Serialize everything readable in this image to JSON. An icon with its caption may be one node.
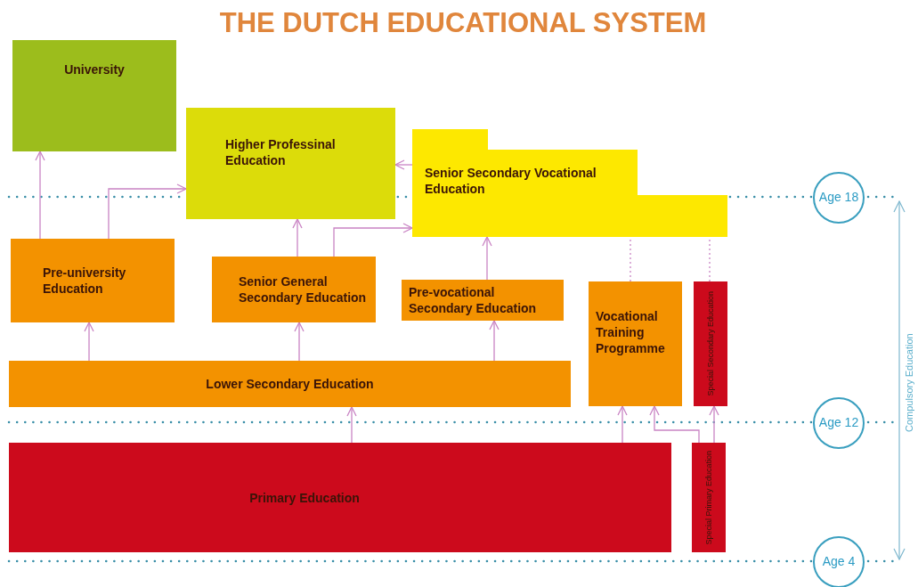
{
  "diagram": {
    "title": "THE DUTCH EDUCATIONAL SYSTEM",
    "nodes": [
      {
        "text": [
          "University"
        ]
      },
      {
        "text": [
          "Higher Professinal Education"
        ]
      },
      {
        "text": [
          "Senior Secondary Vocational Education"
        ]
      },
      {
        "text": [
          "Pre-university Education"
        ]
      },
      {
        "text": [
          "Senior General Secondary Education"
        ]
      },
      {
        "text": [
          "Pre-vocational Secondary Education"
        ]
      },
      {
        "text": [
          "Vocational Training Programme"
        ]
      },
      {
        "text": [
          "Special Secondary Education"
        ]
      },
      {
        "text": [
          "Lower Secondary Education"
        ]
      },
      {
        "text": [
          "Primary Education"
        ]
      },
      {
        "text": [
          "Special Primary Education"
        ]
      },
      {
        "text": [
          "Age 18"
        ]
      },
      {
        "text": [
          "Age 12"
        ]
      },
      {
        "text": [
          "Age 4"
        ]
      }
    ],
    "edges": [
      {
        "from": 3,
        "to": 0,
        "arrow": "to"
      },
      {
        "from": 3,
        "to": 1,
        "arrow": "to"
      },
      {
        "from": 2,
        "to": 1,
        "arrow": "to"
      },
      {
        "from": 4,
        "to": 1,
        "arrow": "to"
      },
      {
        "from": 4,
        "to": 2,
        "arrow": "to"
      },
      {
        "from": 5,
        "to": 2,
        "arrow": "to"
      },
      {
        "from": 8,
        "to": 3,
        "arrow": "to"
      },
      {
        "from": 8,
        "to": 4,
        "arrow": "to"
      },
      {
        "from": 8,
        "to": 5,
        "arrow": "to"
      },
      {
        "from": 9,
        "to": 8,
        "arrow": "to"
      },
      {
        "from": 9,
        "to": 6,
        "arrow": "to"
      },
      {
        "from": 10,
        "to": 6,
        "arrow": "to"
      },
      {
        "from": 10,
        "to": 7,
        "arrow": "to"
      },
      {
        "from": 6,
        "to": 2,
        "arrow": "none",
        "style": "dashed"
      },
      {
        "from": 7,
        "to": 2,
        "arrow": "none",
        "style": "dashed"
      }
    ],
    "labels": [
      "Compulsory Education"
    ]
  }
}
